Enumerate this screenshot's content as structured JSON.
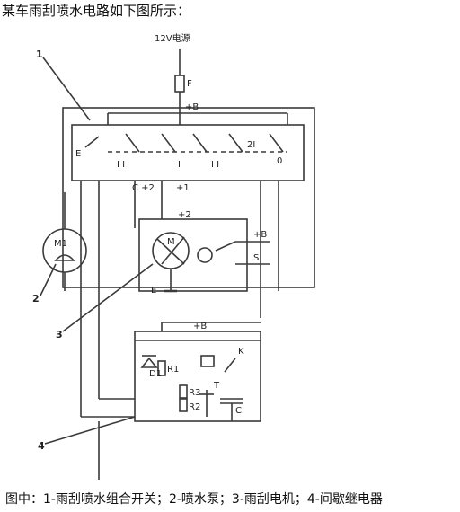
{
  "title": "某车雨刮喷水电路如下图所示：",
  "caption": "图中：1-雨刮喷水组合开关；2-喷水泵；3-雨刮电机；4-间歇继电器",
  "diagram": {
    "supply_label": "12V电源",
    "fuse_label": "F",
    "bus_label": "+B",
    "switch_labels": {
      "left_e": "E",
      "i1": "I I",
      "i2": "I",
      "i3": "I I",
      "right_2i": "2I",
      "right_0": "0",
      "c_plus2": "C +2",
      "plus1": "+1",
      "plus2": "+2"
    },
    "motor_labels": {
      "m": "M",
      "e": "E",
      "b": "+B",
      "s": "S"
    },
    "pump_label": "M1",
    "relay_labels": {
      "b": "+B",
      "d1": "D1",
      "r1": "R1",
      "r2": "R2",
      "r3": "R3",
      "t": "T",
      "c": "C",
      "k": "K"
    },
    "callouts": [
      "1",
      "2",
      "3",
      "4"
    ]
  }
}
